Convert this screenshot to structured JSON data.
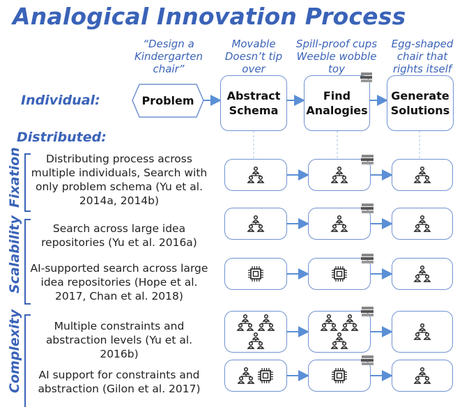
{
  "title": "Analogical Innovation Process",
  "examples": {
    "problem": "“Design a Kindergarten chair”",
    "schema": "Movable Doesn’t tip over",
    "analogies": "Spill-proof cups Weeble wobble toy",
    "solutions": "Egg-shaped chair that rights itself"
  },
  "individual_label": "Individual:",
  "distributed_label": "Distributed:",
  "steps": {
    "problem": "Problem",
    "schema": "Abstract Schema",
    "analogies": "Find Analogies",
    "solutions": "Generate Solutions"
  },
  "groups": {
    "fixation": "Fixation",
    "scalability": "Scalability",
    "complexity": "Complexity"
  },
  "rows": [
    {
      "desc": "Distributing process across multiple individuals, Search with only problem schema (Yu et al. 2014a, 2014b)",
      "icons": [
        "people-icon",
        "people-icon",
        "people-icon"
      ]
    },
    {
      "desc": "Search across large idea repositories (Yu et al. 2016a)",
      "icons": [
        "people-icon",
        "people-icon",
        "people-icon"
      ]
    },
    {
      "desc": "AI-supported search across large idea repositories (Hope et al. 2017, Chan et al. 2018)",
      "icons": [
        "chip-icon",
        "chip-icon",
        "people-icon"
      ]
    },
    {
      "desc": "Multiple constraints and abstraction levels (Yu et al. 2016b)",
      "icons": [
        "crowd-icon",
        "crowd-icon",
        "people-icon"
      ]
    },
    {
      "desc": "AI support for constraints and abstraction (Gilon et al. 2017)",
      "icons": [
        "people-chip-icon",
        "chip-icon",
        "people-icon"
      ]
    }
  ],
  "colors": {
    "accent": "#3a63b8",
    "box_border": "#6f92d0",
    "arrow": "#5b8fd6"
  }
}
